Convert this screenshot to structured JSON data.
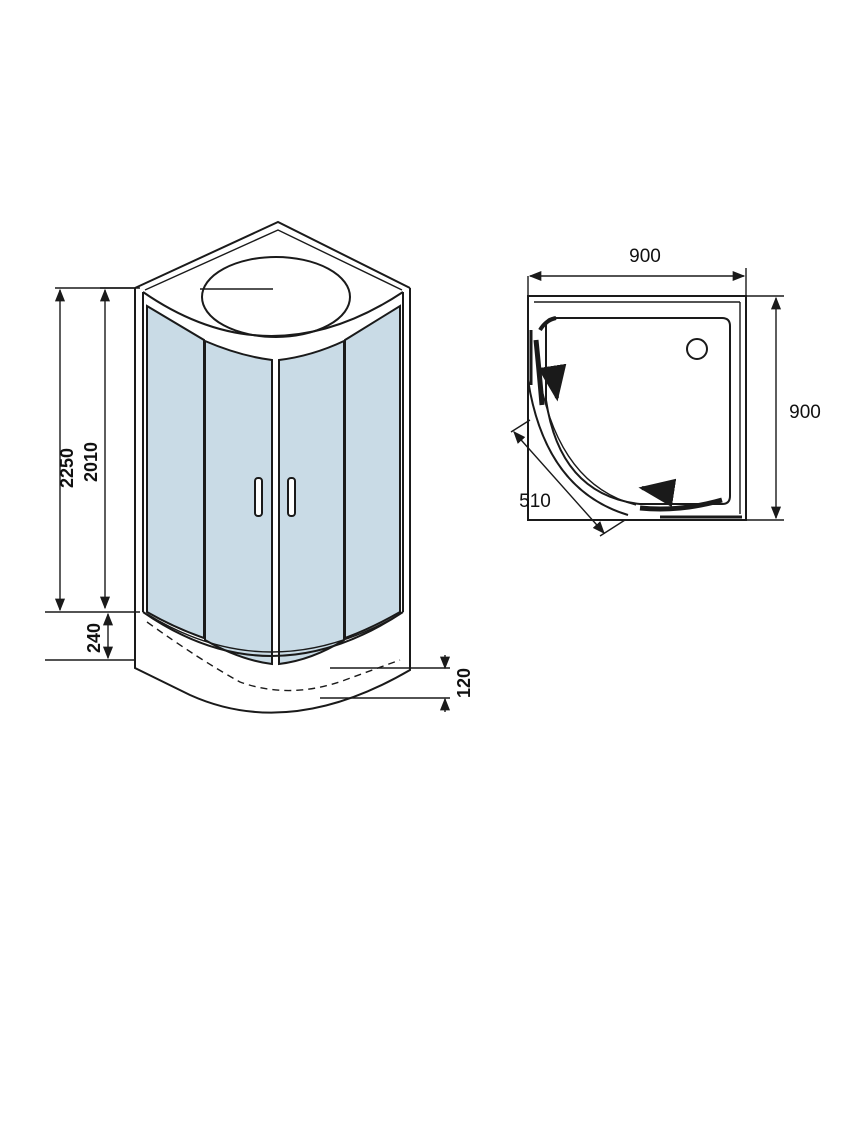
{
  "front_view": {
    "dimensions": {
      "total_height": "2250",
      "door_height": "2010",
      "tray_height": "240",
      "tray_depth": "120"
    }
  },
  "plan_view": {
    "dimensions": {
      "width": "900",
      "depth": "900",
      "door_opening": "510"
    }
  }
}
